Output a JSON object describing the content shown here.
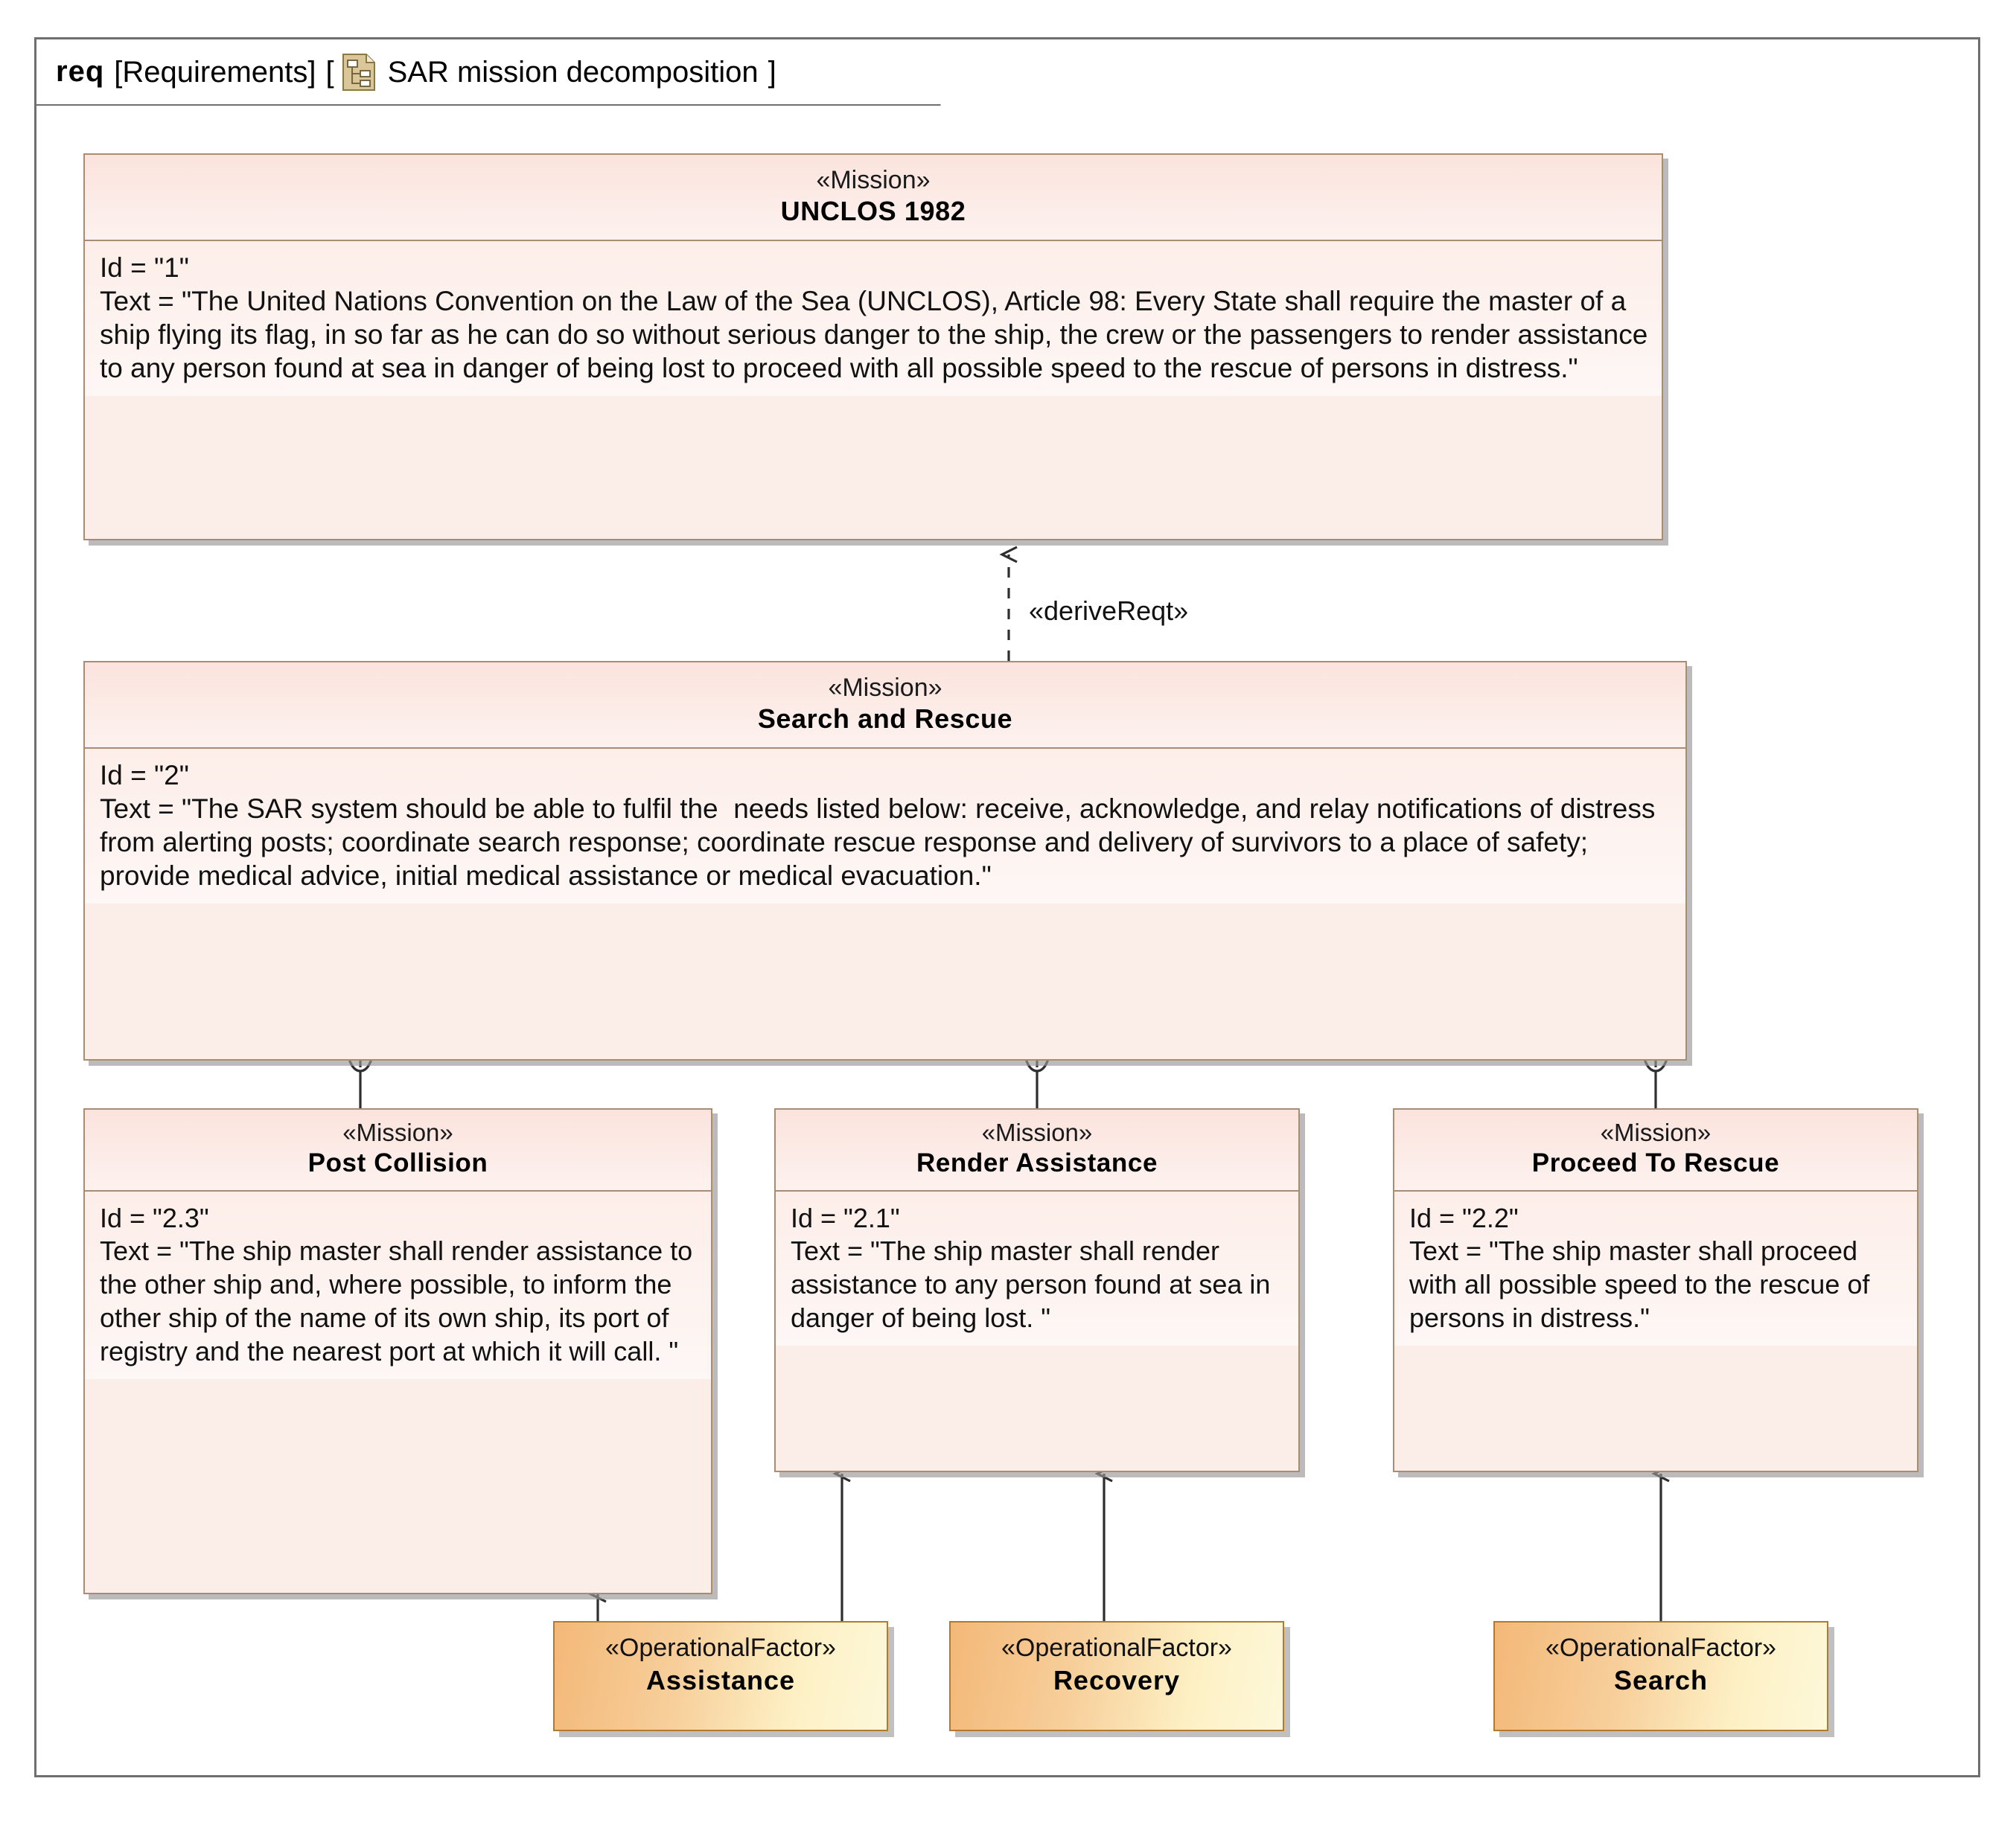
{
  "frame": {
    "keyword": "req",
    "kind": "[Requirements]",
    "bracket_open": "[",
    "bracket_close": "]",
    "diagram_name": "SAR mission decomposition",
    "icon": "requirement-diagram-icon"
  },
  "colors": {
    "requirement_fill": "#fbeee9",
    "requirement_border": "#a98c72",
    "operational_factor_fill_start": "#f3b878",
    "operational_factor_fill_end": "#fdf8da",
    "operational_factor_border": "#b07b2e",
    "frame_border": "#6f6f6f",
    "connector": "#333333"
  },
  "blocks": {
    "unclos": {
      "stereotype": "«Mission»",
      "name": "UNCLOS 1982",
      "id_line": "Id = \"1\"",
      "text_line": "Text = \"The United Nations Convention on the Law of the Sea (UNCLOS), Article 98: Every State shall require the master of a ship flying its flag, in so far as he can do so without serious danger to the ship, the crew or the passengers to render assistance to any person found at sea in danger of being lost to proceed with all possible speed to the rescue of persons in distress.\""
    },
    "sar": {
      "stereotype": "«Mission»",
      "name": "Search and Rescue",
      "id_line": "Id = \"2\"",
      "text_line": "Text = \"The SAR system should be able to fulfil the  needs listed below: receive, acknowledge, and relay notifications of distress from alerting posts; coordinate search response; coordinate rescue response and delivery of survivors to a place of safety; provide medical advice, initial medical assistance or medical evacuation.\""
    },
    "post_collision": {
      "stereotype": "«Mission»",
      "name": "Post Collision",
      "id_line": "Id = \"2.3\"",
      "text_line": "Text = \"The ship master shall render assistance to the other ship and, where possible, to inform the other ship of the name of its own ship, its port of registry and the nearest port at which it will call. \""
    },
    "render_assistance": {
      "stereotype": "«Mission»",
      "name": "Render Assistance",
      "id_line": "Id = \"2.1\"",
      "text_line": "Text = \"The ship master shall render assistance to any person found at sea in danger of being lost. \""
    },
    "proceed_to_rescue": {
      "stereotype": "«Mission»",
      "name": "Proceed To Rescue",
      "id_line": "Id = \"2.2\"",
      "text_line": "Text = \"The ship master shall proceed with all possible speed to the rescue of persons in distress.\""
    },
    "assistance": {
      "stereotype": "«OperationalFactor»",
      "name": "Assistance"
    },
    "recovery": {
      "stereotype": "«OperationalFactor»",
      "name": "Recovery"
    },
    "search": {
      "stereotype": "«OperationalFactor»",
      "name": "Search"
    }
  },
  "connectors": {
    "derive_reqt_label": "«deriveReqt»"
  }
}
